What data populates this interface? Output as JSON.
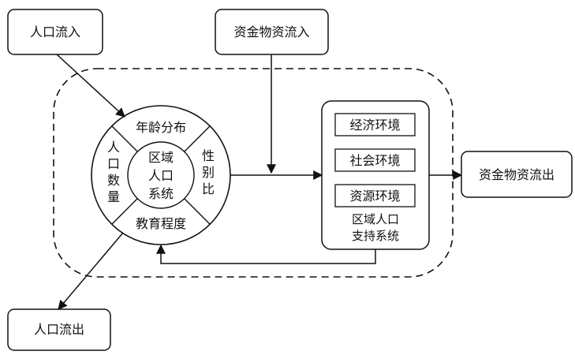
{
  "boxes": {
    "population_in": "人口流入",
    "resource_in": "资金物资流入",
    "resource_out": "资金物资流出",
    "population_out": "人口流出"
  },
  "population_system": {
    "center": [
      "区域",
      "人口",
      "系统"
    ],
    "top": "年龄分布",
    "left": [
      "人",
      "口",
      "数",
      "量"
    ],
    "right": [
      "性",
      "别",
      "比"
    ],
    "bottom": "教育程度"
  },
  "support_system": {
    "items": [
      "经济环境",
      "社会环境",
      "资源环境"
    ],
    "title": [
      "区域人口",
      "支持系统"
    ]
  }
}
